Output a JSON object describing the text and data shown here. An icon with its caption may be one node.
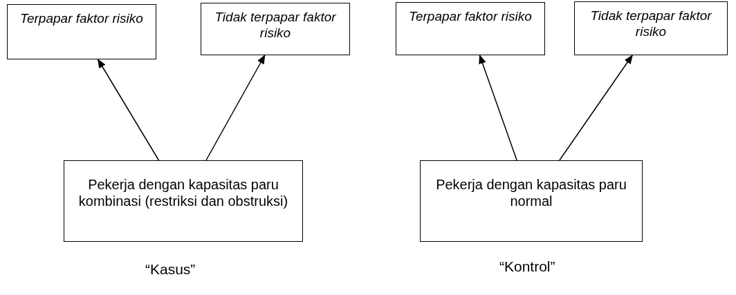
{
  "diagram": {
    "nodes": [
      {
        "text": [
          "Terpapar faktor risiko"
        ]
      },
      {
        "text": [
          "Tidak terpapar faktor risiko"
        ]
      },
      {
        "text": [
          "Terpapar faktor risiko"
        ]
      },
      {
        "text": [
          "Tidak terpapar faktor risiko"
        ]
      },
      {
        "text": [
          "Pekerja dengan kapasitas paru kombinasi (restriksi dan obstruksi)"
        ]
      },
      {
        "text": [
          "Pekerja dengan kapasitas paru normal"
        ]
      }
    ],
    "edges": [
      {
        "from": 4,
        "to": 0,
        "arrow": "to"
      },
      {
        "from": 4,
        "to": 1,
        "arrow": "to"
      },
      {
        "from": 5,
        "to": 2,
        "arrow": "to"
      },
      {
        "from": 5,
        "to": 3,
        "arrow": "to"
      }
    ],
    "labels": [
      "“Kasus”",
      "“Kontrol”"
    ]
  }
}
